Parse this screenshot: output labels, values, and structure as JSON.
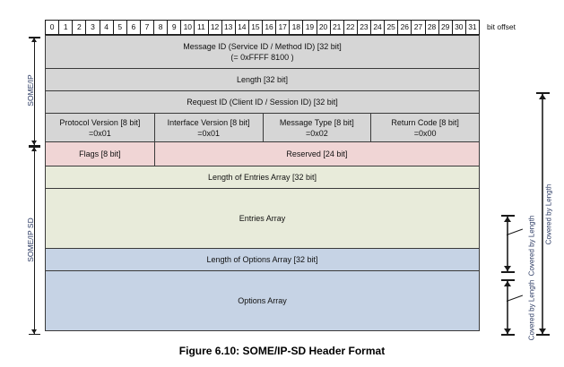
{
  "figure": {
    "caption": "Figure 6.10: SOME/IP-SD Header Format",
    "bit_offset_label": "bit offset",
    "bit_ticks": [
      "0",
      "1",
      "2",
      "3",
      "4",
      "5",
      "6",
      "7",
      "8",
      "9",
      "10",
      "11",
      "12",
      "13",
      "14",
      "15",
      "16",
      "17",
      "18",
      "19",
      "20",
      "21",
      "22",
      "23",
      "24",
      "25",
      "26",
      "27",
      "28",
      "29",
      "30",
      "31"
    ]
  },
  "colors": {
    "gray": "#d6d6d6",
    "pink": "#f0d5d5",
    "green": "#e8ebda",
    "blue": "#c6d3e5",
    "border": "#3a3a3a",
    "label_blue": "#2b3a63"
  },
  "rows": {
    "message_id": {
      "title": "Message ID (Service ID / Method ID) [32 bit]",
      "value": "(= 0xFFFF 8100 )"
    },
    "length": {
      "title": "Length [32 bit]"
    },
    "request_id": {
      "title": "Request ID (Client ID / Session ID) [32 bit]"
    },
    "protocol_version": {
      "title": "Protocol Version [8 bit]",
      "value": "=0x01"
    },
    "interface_version": {
      "title": "Interface Version [8 bit]",
      "value": "=0x01"
    },
    "message_type": {
      "title": "Message Type [8 bit]",
      "value": "=0x02"
    },
    "return_code": {
      "title": "Return Code [8 bit]",
      "value": "=0x00"
    },
    "flags": {
      "title": "Flags [8 bit]"
    },
    "reserved": {
      "title": "Reserved [24 bit]"
    },
    "length_of_entries_array": {
      "title": "Length of Entries Array  [32 bit]"
    },
    "entries_array": {
      "title": "Entries Array"
    },
    "length_of_options_array": {
      "title": "Length of Options Array  [32 bit]"
    },
    "options_array": {
      "title": "Options Array"
    }
  },
  "brackets": {
    "someip": "SOME/IP",
    "someip_sd": "SOME/IP SD",
    "covered_entries": "Covered by Length",
    "covered_options": "Covered by Length",
    "covered_total": "Covered by Length"
  }
}
